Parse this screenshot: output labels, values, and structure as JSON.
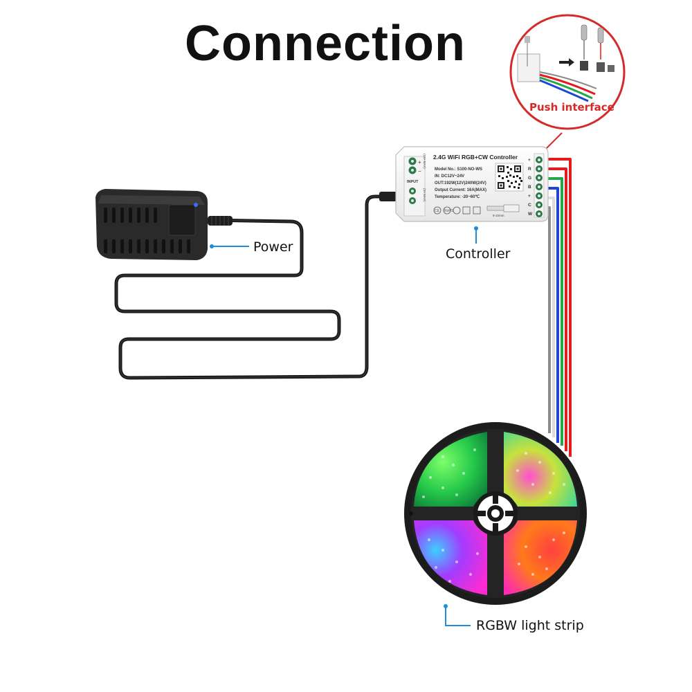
{
  "title": "Connection",
  "callout": {
    "label": "Push interface"
  },
  "controller": {
    "name": "2.4G WiFi RGB+CW Controller",
    "specs": [
      "Model No.: S100-NO-WS",
      "IN: DC12V~24V",
      "OUT:192W(12V)240W(24V)",
      "Output Current: 16A(MAX)",
      "Temperature: -20~60℃"
    ],
    "input_label": "INPUT",
    "input_rating": "(16A MAX)",
    "input_rating_2": "(3A MAX)",
    "terminals": [
      "+",
      "R",
      "G",
      "B",
      "+",
      "C",
      "W"
    ],
    "strip_length": "9-10mm"
  },
  "labels": {
    "power": "Power",
    "controller": "Controller",
    "strip": "RGBW light strip"
  },
  "colors": {
    "callout_ring": "#d42a2a",
    "leader_line": "#1a8fe0",
    "wire_red": "#e21c1c",
    "wire_green": "#22a84a",
    "wire_blue": "#1f45d6",
    "wire_white": "#dcdcdc"
  }
}
